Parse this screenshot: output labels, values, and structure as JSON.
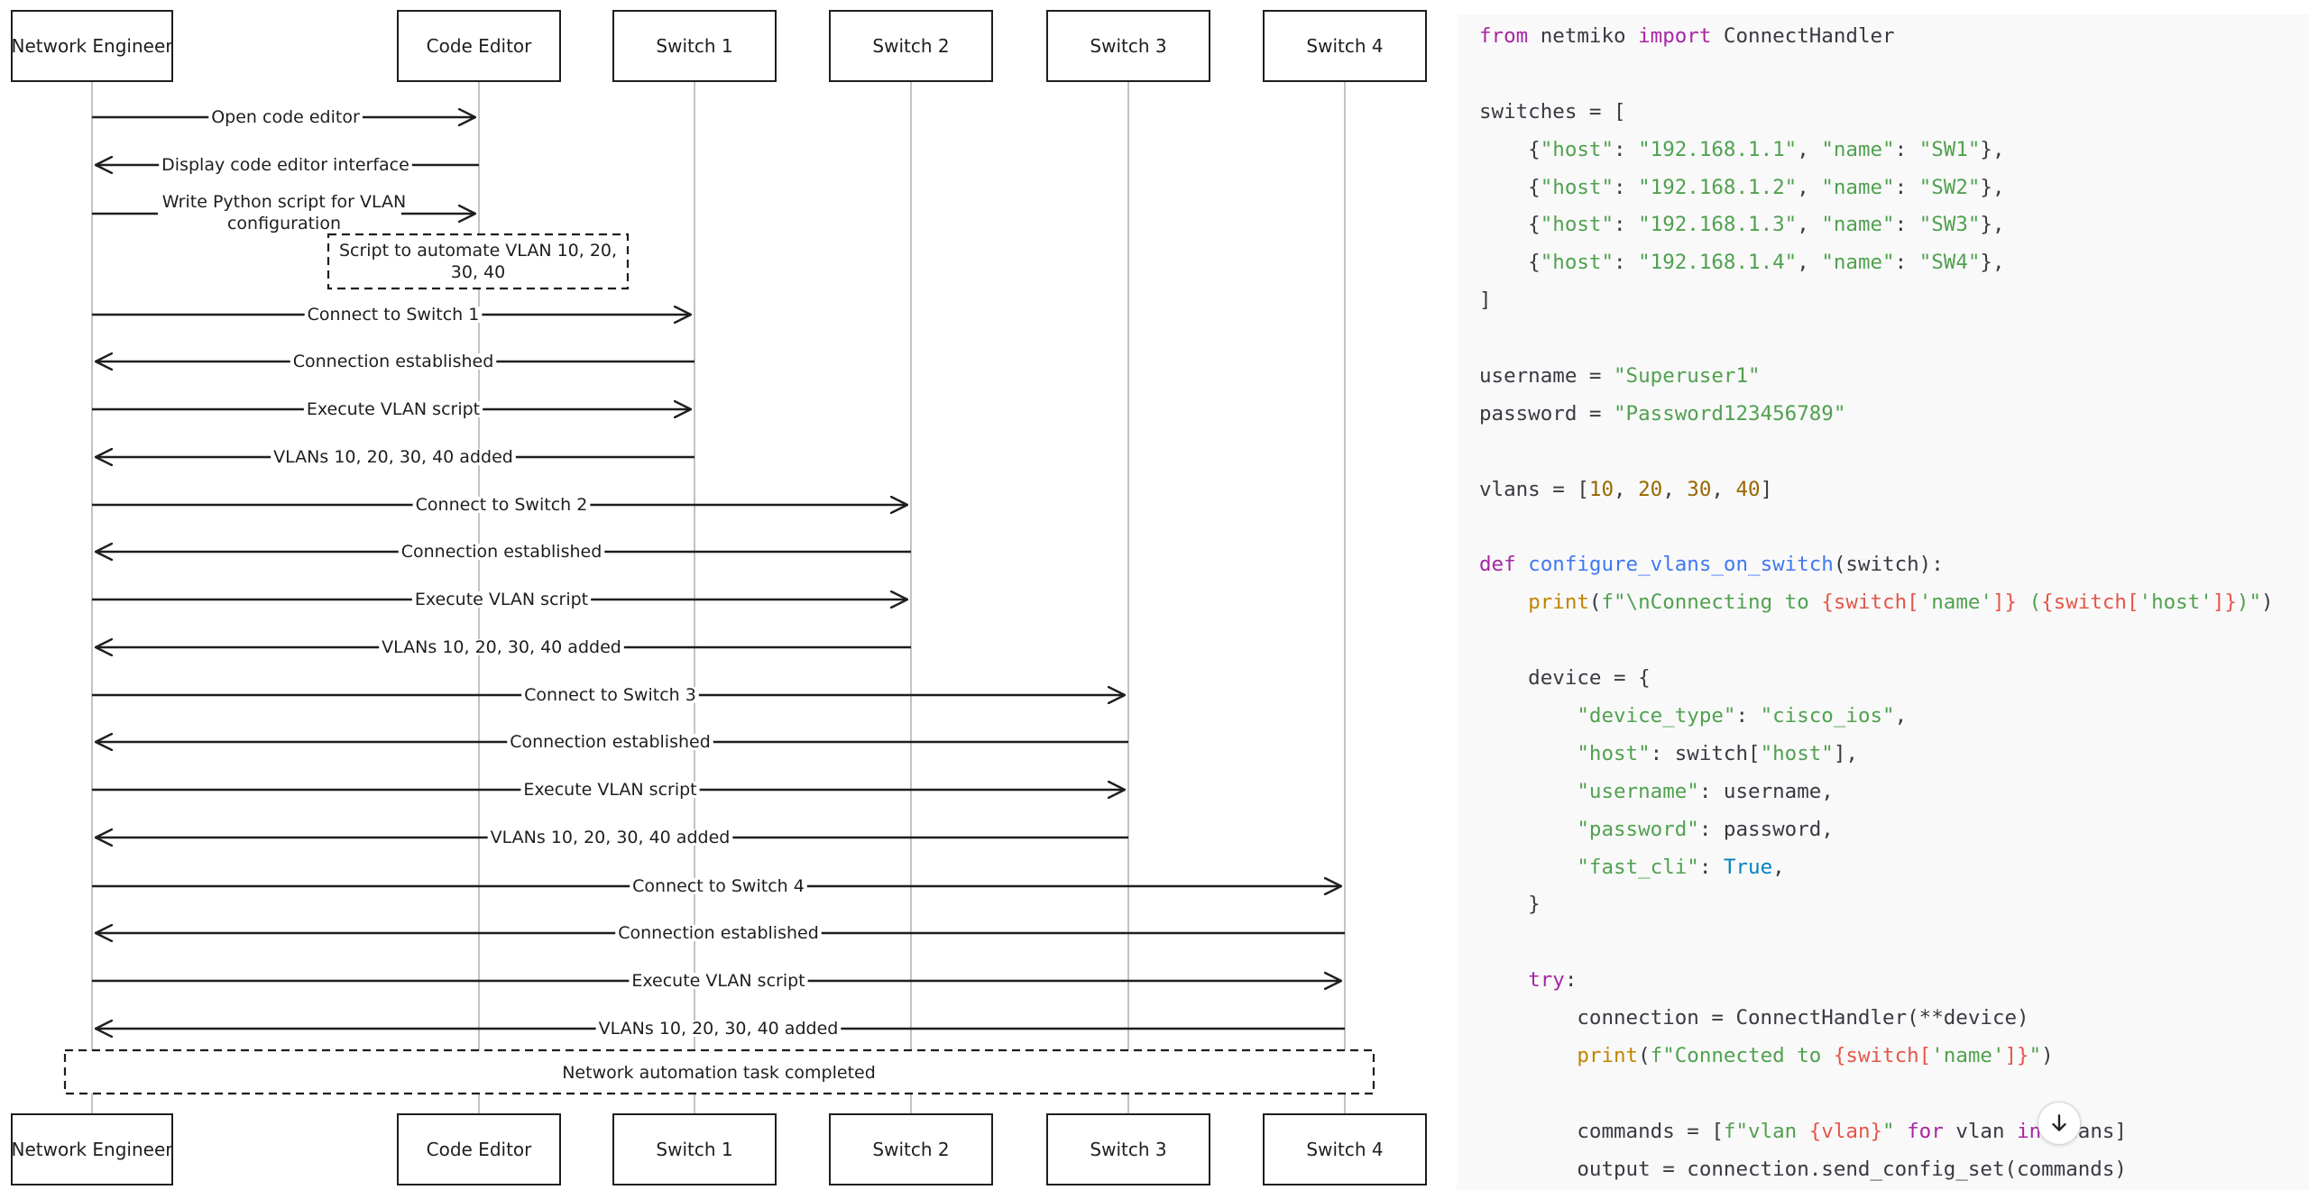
{
  "diagram": {
    "participants": [
      {
        "id": "engineer",
        "label": "Network Engineer"
      },
      {
        "id": "editor",
        "label": "Code Editor"
      },
      {
        "id": "sw1",
        "label": "Switch 1"
      },
      {
        "id": "sw2",
        "label": "Switch 2"
      },
      {
        "id": "sw3",
        "label": "Switch 3"
      },
      {
        "id": "sw4",
        "label": "Switch 4"
      }
    ],
    "messages": [
      {
        "from": "engineer",
        "to": "editor",
        "label": "Open code editor"
      },
      {
        "from": "editor",
        "to": "engineer",
        "label": "Display code editor interface"
      },
      {
        "from": "engineer",
        "to": "editor",
        "label": "Write Python script for VLAN configuration"
      },
      {
        "note": true,
        "label": "Script to automate VLAN 10, 20, 30, 40"
      },
      {
        "from": "engineer",
        "to": "sw1",
        "label": "Connect to Switch 1"
      },
      {
        "from": "sw1",
        "to": "engineer",
        "label": "Connection established"
      },
      {
        "from": "engineer",
        "to": "sw1",
        "label": "Execute VLAN script"
      },
      {
        "from": "sw1",
        "to": "engineer",
        "label": "VLANs 10, 20, 30, 40 added"
      },
      {
        "from": "engineer",
        "to": "sw2",
        "label": "Connect to Switch 2"
      },
      {
        "from": "sw2",
        "to": "engineer",
        "label": "Connection established"
      },
      {
        "from": "engineer",
        "to": "sw2",
        "label": "Execute VLAN script"
      },
      {
        "from": "sw2",
        "to": "engineer",
        "label": "VLANs 10, 20, 30, 40 added"
      },
      {
        "from": "engineer",
        "to": "sw3",
        "label": "Connect to Switch 3"
      },
      {
        "from": "sw3",
        "to": "engineer",
        "label": "Connection established"
      },
      {
        "from": "engineer",
        "to": "sw3",
        "label": "Execute VLAN script"
      },
      {
        "from": "sw3",
        "to": "engineer",
        "label": "VLANs 10, 20, 30, 40 added"
      },
      {
        "from": "engineer",
        "to": "sw4",
        "label": "Connect to Switch 4"
      },
      {
        "from": "sw4",
        "to": "engineer",
        "label": "Connection established"
      },
      {
        "from": "engineer",
        "to": "sw4",
        "label": "Execute VLAN script"
      },
      {
        "from": "sw4",
        "to": "engineer",
        "label": "VLANs 10, 20, 30, 40 added"
      }
    ],
    "final_note": "Network automation task completed"
  },
  "code": {
    "lines": [
      [
        [
          "kw",
          "from"
        ],
        [
          "plain",
          " netmiko "
        ],
        [
          "kw",
          "import"
        ],
        [
          "plain",
          " ConnectHandler"
        ]
      ],
      [],
      [
        [
          "plain",
          "switches = ["
        ]
      ],
      [
        [
          "plain",
          "    {"
        ],
        [
          "str",
          "\"host\""
        ],
        [
          "plain",
          ": "
        ],
        [
          "str",
          "\"192.168.1.1\""
        ],
        [
          "plain",
          ", "
        ],
        [
          "str",
          "\"name\""
        ],
        [
          "plain",
          ": "
        ],
        [
          "str",
          "\"SW1\""
        ],
        [
          "plain",
          "},"
        ]
      ],
      [
        [
          "plain",
          "    {"
        ],
        [
          "str",
          "\"host\""
        ],
        [
          "plain",
          ": "
        ],
        [
          "str",
          "\"192.168.1.2\""
        ],
        [
          "plain",
          ", "
        ],
        [
          "str",
          "\"name\""
        ],
        [
          "plain",
          ": "
        ],
        [
          "str",
          "\"SW2\""
        ],
        [
          "plain",
          "},"
        ]
      ],
      [
        [
          "plain",
          "    {"
        ],
        [
          "str",
          "\"host\""
        ],
        [
          "plain",
          ": "
        ],
        [
          "str",
          "\"192.168.1.3\""
        ],
        [
          "plain",
          ", "
        ],
        [
          "str",
          "\"name\""
        ],
        [
          "plain",
          ": "
        ],
        [
          "str",
          "\"SW3\""
        ],
        [
          "plain",
          "},"
        ]
      ],
      [
        [
          "plain",
          "    {"
        ],
        [
          "str",
          "\"host\""
        ],
        [
          "plain",
          ": "
        ],
        [
          "str",
          "\"192.168.1.4\""
        ],
        [
          "plain",
          ", "
        ],
        [
          "str",
          "\"name\""
        ],
        [
          "plain",
          ": "
        ],
        [
          "str",
          "\"SW4\""
        ],
        [
          "plain",
          "},"
        ]
      ],
      [
        [
          "plain",
          "]"
        ]
      ],
      [],
      [
        [
          "plain",
          "username = "
        ],
        [
          "str",
          "\"Superuser1\""
        ]
      ],
      [
        [
          "plain",
          "password = "
        ],
        [
          "str",
          "\"Password123456789\""
        ]
      ],
      [],
      [
        [
          "plain",
          "vlans = ["
        ],
        [
          "num",
          "10"
        ],
        [
          "plain",
          ", "
        ],
        [
          "num",
          "20"
        ],
        [
          "plain",
          ", "
        ],
        [
          "num",
          "30"
        ],
        [
          "plain",
          ", "
        ],
        [
          "num",
          "40"
        ],
        [
          "plain",
          "]"
        ]
      ],
      [],
      [
        [
          "kw",
          "def"
        ],
        [
          "plain",
          " "
        ],
        [
          "fn",
          "configure_vlans_on_switch"
        ],
        [
          "plain",
          "(switch):"
        ]
      ],
      [
        [
          "plain",
          "    "
        ],
        [
          "bi",
          "print"
        ],
        [
          "plain",
          "("
        ],
        [
          "str",
          "f\"\\nConnecting to "
        ],
        [
          "sub",
          "{switch["
        ],
        [
          "str",
          "'name'"
        ],
        [
          "sub",
          "]}"
        ],
        [
          "str",
          " ("
        ],
        [
          "sub",
          "{switch["
        ],
        [
          "str",
          "'host'"
        ],
        [
          "sub",
          "]}"
        ],
        [
          "str",
          ")\""
        ],
        [
          "plain",
          ")"
        ]
      ],
      [],
      [
        [
          "plain",
          "    device = {"
        ]
      ],
      [
        [
          "plain",
          "        "
        ],
        [
          "str",
          "\"device_type\""
        ],
        [
          "plain",
          ": "
        ],
        [
          "str",
          "\"cisco_ios\""
        ],
        [
          "plain",
          ","
        ]
      ],
      [
        [
          "plain",
          "        "
        ],
        [
          "str",
          "\"host\""
        ],
        [
          "plain",
          ": switch["
        ],
        [
          "str",
          "\"host\""
        ],
        [
          "plain",
          "],"
        ]
      ],
      [
        [
          "plain",
          "        "
        ],
        [
          "str",
          "\"username\""
        ],
        [
          "plain",
          ": username,"
        ]
      ],
      [
        [
          "plain",
          "        "
        ],
        [
          "str",
          "\"password\""
        ],
        [
          "plain",
          ": password,"
        ]
      ],
      [
        [
          "plain",
          "        "
        ],
        [
          "str",
          "\"fast_cli\""
        ],
        [
          "plain",
          ": "
        ],
        [
          "bool",
          "True"
        ],
        [
          "plain",
          ","
        ]
      ],
      [
        [
          "plain",
          "    }"
        ]
      ],
      [],
      [
        [
          "plain",
          "    "
        ],
        [
          "kw",
          "try"
        ],
        [
          "plain",
          ":"
        ]
      ],
      [
        [
          "plain",
          "        connection = ConnectHandler(**device)"
        ]
      ],
      [
        [
          "plain",
          "        "
        ],
        [
          "bi",
          "print"
        ],
        [
          "plain",
          "("
        ],
        [
          "str",
          "f\"Connected to "
        ],
        [
          "sub",
          "{switch["
        ],
        [
          "str",
          "'name'"
        ],
        [
          "sub",
          "]}"
        ],
        [
          "str",
          "\""
        ],
        [
          "plain",
          ")"
        ]
      ],
      [],
      [
        [
          "plain",
          "        commands = ["
        ],
        [
          "str",
          "f\"vlan "
        ],
        [
          "sub",
          "{vlan}"
        ],
        [
          "str",
          "\""
        ],
        [
          "plain",
          " "
        ],
        [
          "kw",
          "for"
        ],
        [
          "plain",
          " vlan "
        ],
        [
          "kw",
          "in"
        ],
        [
          "plain",
          " vlans]"
        ]
      ],
      [
        [
          "plain",
          "        output = connection.send_config_set(commands)"
        ]
      ]
    ]
  },
  "scroll_button": {
    "icon": "arrow-down-icon"
  }
}
